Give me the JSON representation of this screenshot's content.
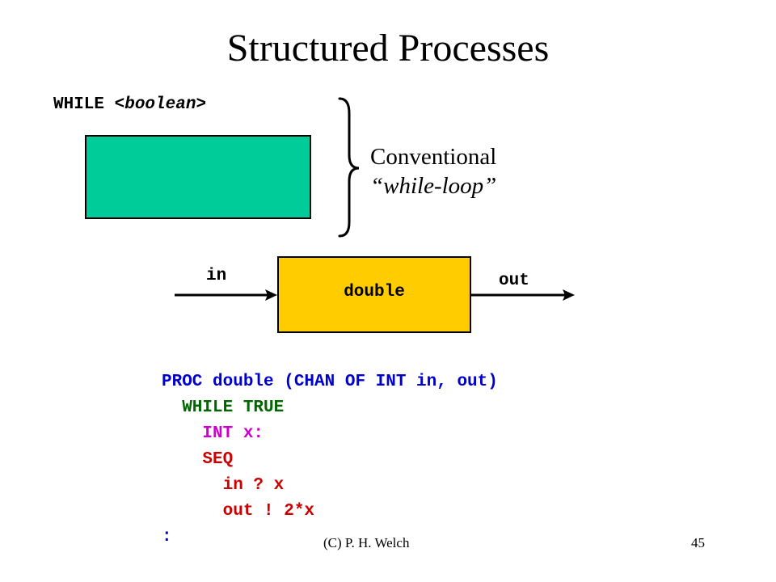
{
  "title": "Structured Processes",
  "while_keyword": "WHILE",
  "while_arg": "<boolean>",
  "conventional_line1": "Conventional",
  "conventional_line2": "“while-loop”",
  "process": {
    "name": "double",
    "input_label": "in",
    "output_label": "out"
  },
  "code": [
    {
      "text": "PROC double (CHAN OF INT in, out)",
      "color": "#0000cc"
    },
    {
      "text": "  WHILE TRUE",
      "color": "#006600"
    },
    {
      "text": "    INT x:",
      "color": "#cc00cc"
    },
    {
      "text": "    SEQ",
      "color": "#cc0000"
    },
    {
      "text": "      in ? x",
      "color": "#cc0000"
    },
    {
      "text": "      out ! 2*x",
      "color": "#cc0000"
    },
    {
      "text": ":",
      "color": "#0000cc"
    }
  ],
  "footer": {
    "author": "(C) P. H. Welch",
    "page": "45"
  },
  "colors": {
    "loop_body": "#00cc99",
    "process_box": "#ffcc00"
  }
}
